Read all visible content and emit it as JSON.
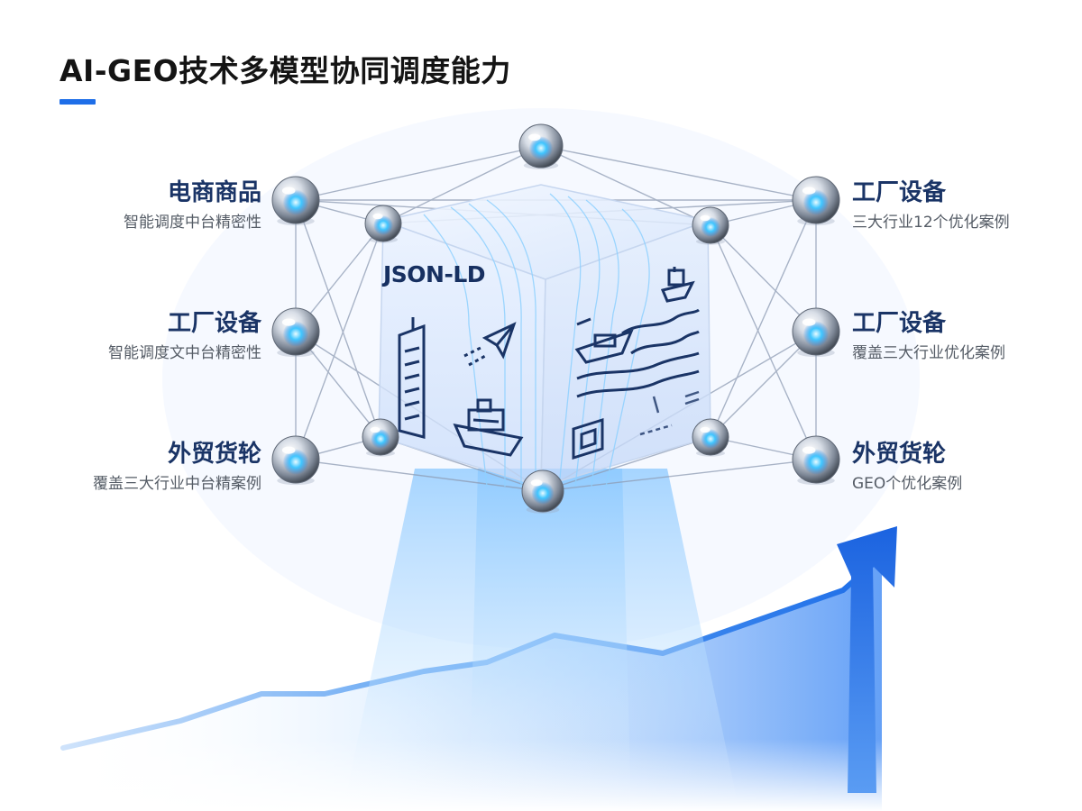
{
  "title": "AI-GEO技术多模型协同调度能力",
  "accent_color": "#1e6ee8",
  "cube_label": "JSON-LD",
  "left_nodes": [
    {
      "title": "电商商品",
      "subtitle": "智能调度中台精密性"
    },
    {
      "title": "工厂设备",
      "subtitle": "智能调度文中台精密性"
    },
    {
      "title": "外贸货轮",
      "subtitle": "覆盖三大行业中台精案例"
    }
  ],
  "right_nodes": [
    {
      "title": "工厂设备",
      "subtitle": "三大行业12个优化案例"
    },
    {
      "title": "工厂设备",
      "subtitle": "覆盖三大行业优化案例"
    },
    {
      "title": "外贸货轮",
      "subtitle": "GEO个优化案例"
    }
  ],
  "cube_icons": [
    "skyscraper-icon",
    "paper-plane-icon",
    "ship-icon",
    "cargo-ship-icon",
    "waves-icon",
    "container-icon",
    "boat-icon"
  ],
  "trend_direction": "up"
}
